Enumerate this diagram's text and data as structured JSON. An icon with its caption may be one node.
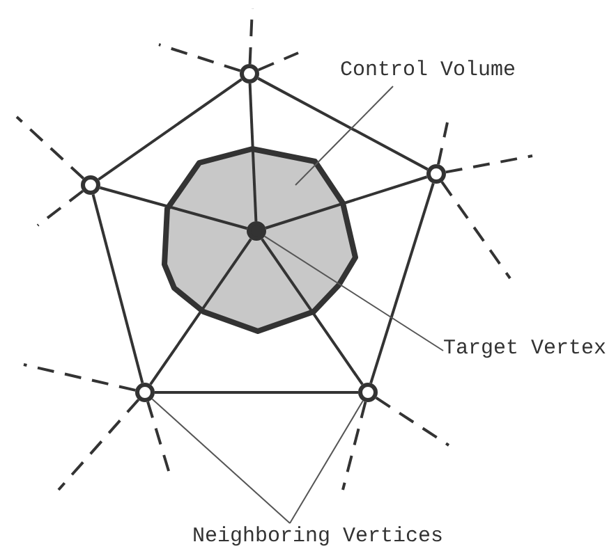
{
  "diagram": {
    "nodes": [
      {
        "text": [
          "Control Volume"
        ]
      },
      {
        "text": [],
        "shape": "circle"
      },
      {
        "text": [],
        "shape": "circle"
      },
      {
        "text": [],
        "shape": "circle"
      },
      {
        "text": [],
        "shape": "polygon"
      },
      {
        "text": [],
        "shape": "circle",
        "in": 4
      },
      {
        "text": [
          "Target Vertex"
        ]
      },
      {
        "text": [],
        "shape": "circle"
      },
      {
        "text": [],
        "shape": "circle"
      },
      {
        "text": [
          "Neighboring Vertices"
        ]
      }
    ],
    "edges": [
      {
        "from": 5,
        "to": 1,
        "arrow": "none"
      },
      {
        "from": 5,
        "to": 2,
        "arrow": "none"
      },
      {
        "from": 5,
        "to": 3,
        "arrow": "none"
      },
      {
        "from": 5,
        "to": 7,
        "arrow": "none"
      },
      {
        "from": 5,
        "to": 8,
        "arrow": "none"
      },
      {
        "from": 1,
        "to": 3,
        "arrow": "none"
      },
      {
        "from": 3,
        "to": 8,
        "arrow": "none"
      },
      {
        "from": 8,
        "to": 7,
        "arrow": "none"
      },
      {
        "from": 7,
        "to": 2,
        "arrow": "none"
      },
      {
        "from": 2,
        "to": 1,
        "arrow": "none"
      },
      {
        "from": 0,
        "to": 4,
        "arrow": "none"
      },
      {
        "from": 6,
        "to": 5,
        "arrow": "none"
      },
      {
        "from": 9,
        "to": 7,
        "arrow": "none"
      },
      {
        "from": 9,
        "to": 8,
        "arrow": "none"
      },
      {
        "from": 1,
        "to": null,
        "arrow": "none",
        "style": "dashed"
      },
      {
        "from": 1,
        "to": null,
        "arrow": "none",
        "style": "dashed"
      },
      {
        "from": 1,
        "to": null,
        "arrow": "none",
        "style": "dashed"
      },
      {
        "from": 2,
        "to": null,
        "arrow": "none",
        "style": "dashed"
      },
      {
        "from": 2,
        "to": null,
        "arrow": "none",
        "style": "dashed"
      },
      {
        "from": 3,
        "to": null,
        "arrow": "none",
        "style": "dashed"
      },
      {
        "from": 3,
        "to": null,
        "arrow": "none",
        "style": "dashed"
      },
      {
        "from": 3,
        "to": null,
        "arrow": "none",
        "style": "dashed"
      },
      {
        "from": 7,
        "to": null,
        "arrow": "none",
        "style": "dashed"
      },
      {
        "from": 7,
        "to": null,
        "arrow": "none",
        "style": "dashed"
      },
      {
        "from": 7,
        "to": null,
        "arrow": "none",
        "style": "dashed"
      },
      {
        "from": 8,
        "to": null,
        "arrow": "none",
        "style": "dashed"
      },
      {
        "from": 8,
        "to": null,
        "arrow": "none",
        "style": "dashed"
      }
    ]
  }
}
